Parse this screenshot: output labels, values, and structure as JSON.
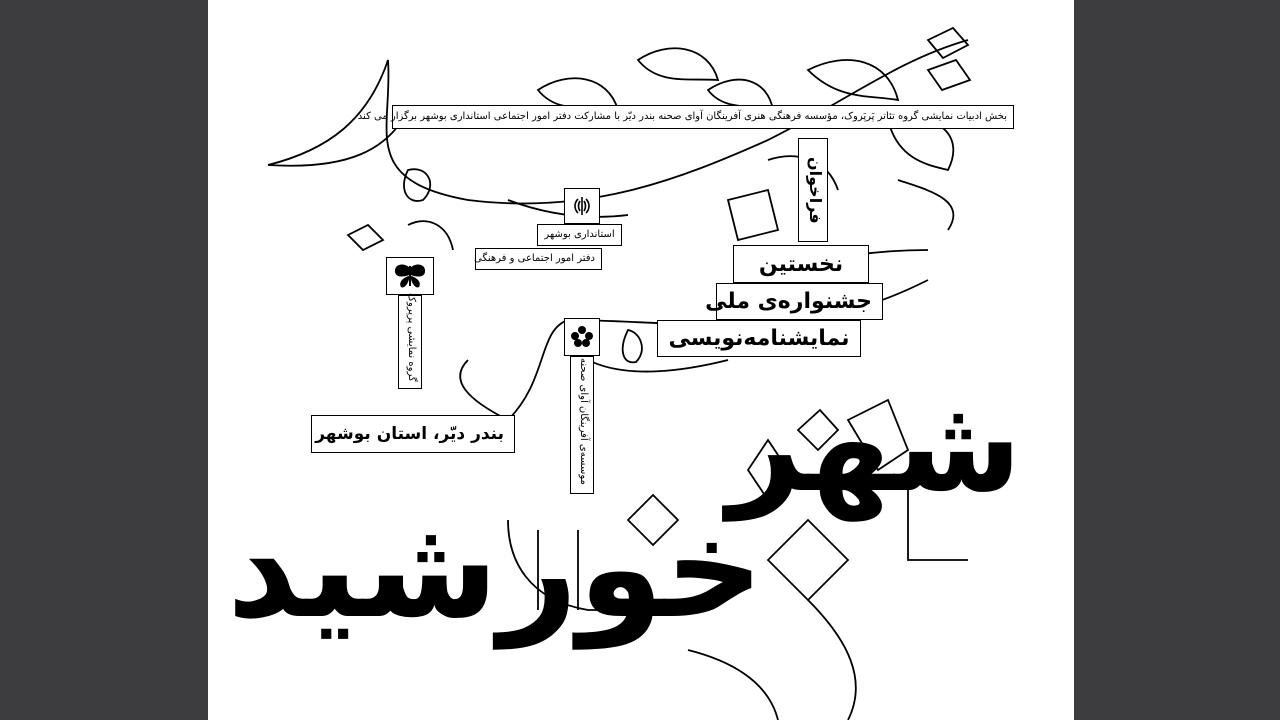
{
  "header_line": "بخش ادبیات نمایشی گروه تئاتر پَرپَروک، مؤسسه فرهنگی هنری آفرینگان آوای صحنه بندر دیّر با مشارکت دفتر امور اجتماعی استانداری بوشهر برگزار می کند",
  "call_label": "فراخوان",
  "event": {
    "line1": "نخستین",
    "line2": "جشنواره‌ی ملی",
    "line3": "نمایشنامه‌نویسی"
  },
  "sponsors": {
    "governorate": "استانداری بوشهر",
    "office": "دفتر امور اجتماعی و فرهنگی",
    "troupe": "گروه نمایشی پرپروک",
    "institute": "موسسه‌ی آفرینگان آوای صحنه"
  },
  "location": "بندر دیّر، استان بوشهر",
  "title_word1": "شهر",
  "title_word2": "خورشید",
  "colors": {
    "frame": "#3d3d3f",
    "paper": "#ffffff",
    "ink": "#000000"
  },
  "icons": [
    "iran-emblem-icon",
    "butterfly-logo-icon",
    "institute-flower-logo-icon"
  ]
}
